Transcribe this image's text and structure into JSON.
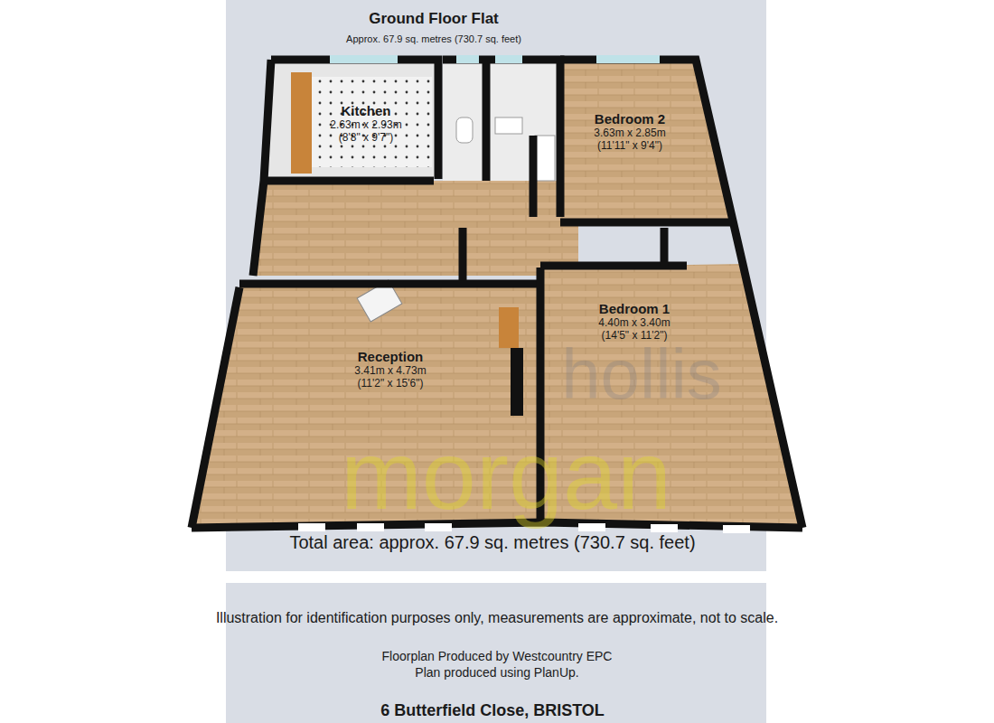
{
  "diagram": {
    "title": "Ground Floor Flat",
    "nodes": [
      {
        "text": [
          "Kitchen",
          "2.63m x 2.93m (8'8\" x 9'7\")"
        ]
      },
      {
        "text": [
          "Bedroom 2",
          "3.63m x 2.85m (11'11\" x 9'4\")"
        ]
      },
      {
        "text": [
          "Bedroom 1",
          "4.40m x 3.40m (14'5\" x 11'2\")"
        ]
      },
      {
        "text": [
          "Reception",
          "3.41m x 4.73m (11'2\" x 15'6\")"
        ]
      }
    ],
    "labels": [
      "Approx. 67.9 sq. metres (730.7 sq. feet)",
      "Total area: approx. 67.9 sq. metres (730.7 sq. feet)",
      "Illustration for identification purposes only, measurements are approximate, not to scale.",
      "Floorplan Produced by Westcountry EPC",
      "Plan produced using PlanUp.",
      "6 Butterfield Close, BRISTOL",
      "hollis",
      "morgan"
    ]
  }
}
